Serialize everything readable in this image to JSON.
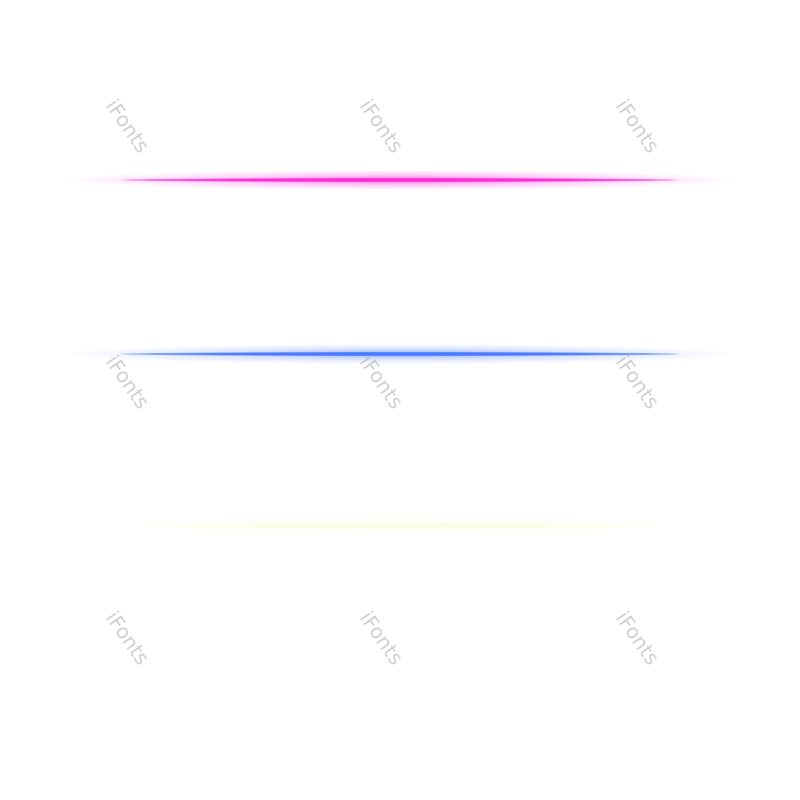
{
  "lines": [
    {
      "name": "magenta",
      "color": "#ff2bd6",
      "glow": "#ff7be9"
    },
    {
      "name": "blue",
      "color": "#4a7bff",
      "glow": "#9ab2ff"
    },
    {
      "name": "yellow",
      "color": "#fbffe0",
      "glow": "#fdfff0"
    }
  ],
  "watermark": {
    "text": "iFonts",
    "color": "#aaaaaa"
  }
}
